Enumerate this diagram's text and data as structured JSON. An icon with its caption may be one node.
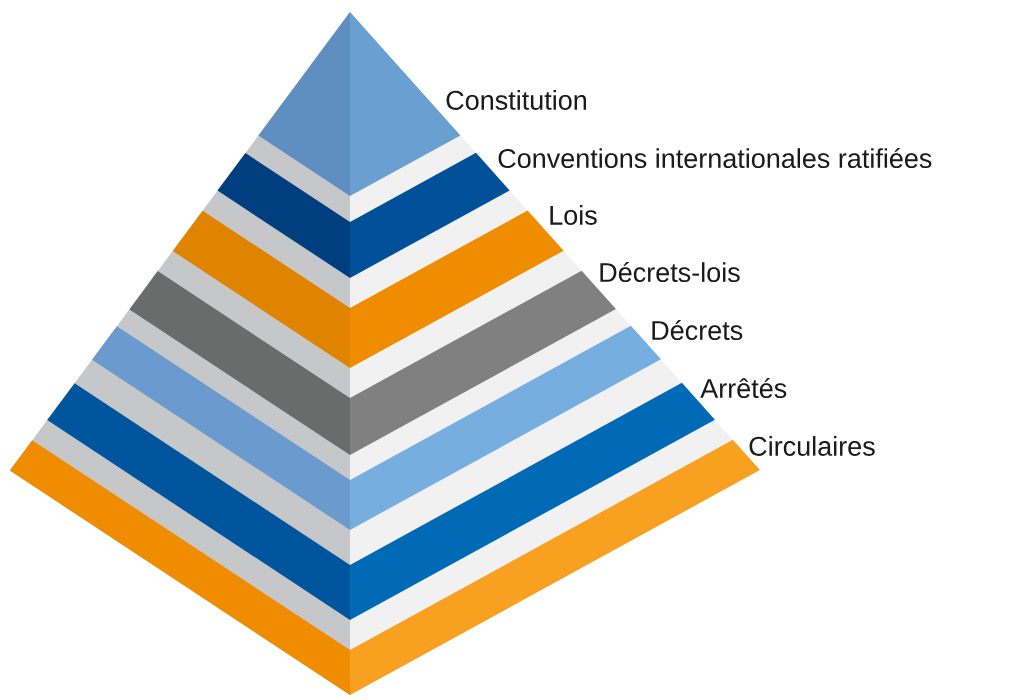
{
  "diagram": {
    "nodes": [
      {
        "text": [
          "Constitution"
        ]
      },
      {
        "text": [
          "Conventions internationales ratifiées"
        ]
      },
      {
        "text": [
          "Lois"
        ]
      },
      {
        "text": [
          "Décrets-lois"
        ]
      },
      {
        "text": [
          "Décrets"
        ]
      },
      {
        "text": [
          "Arrêtés"
        ]
      },
      {
        "text": [
          "Circulaires"
        ]
      }
    ]
  }
}
